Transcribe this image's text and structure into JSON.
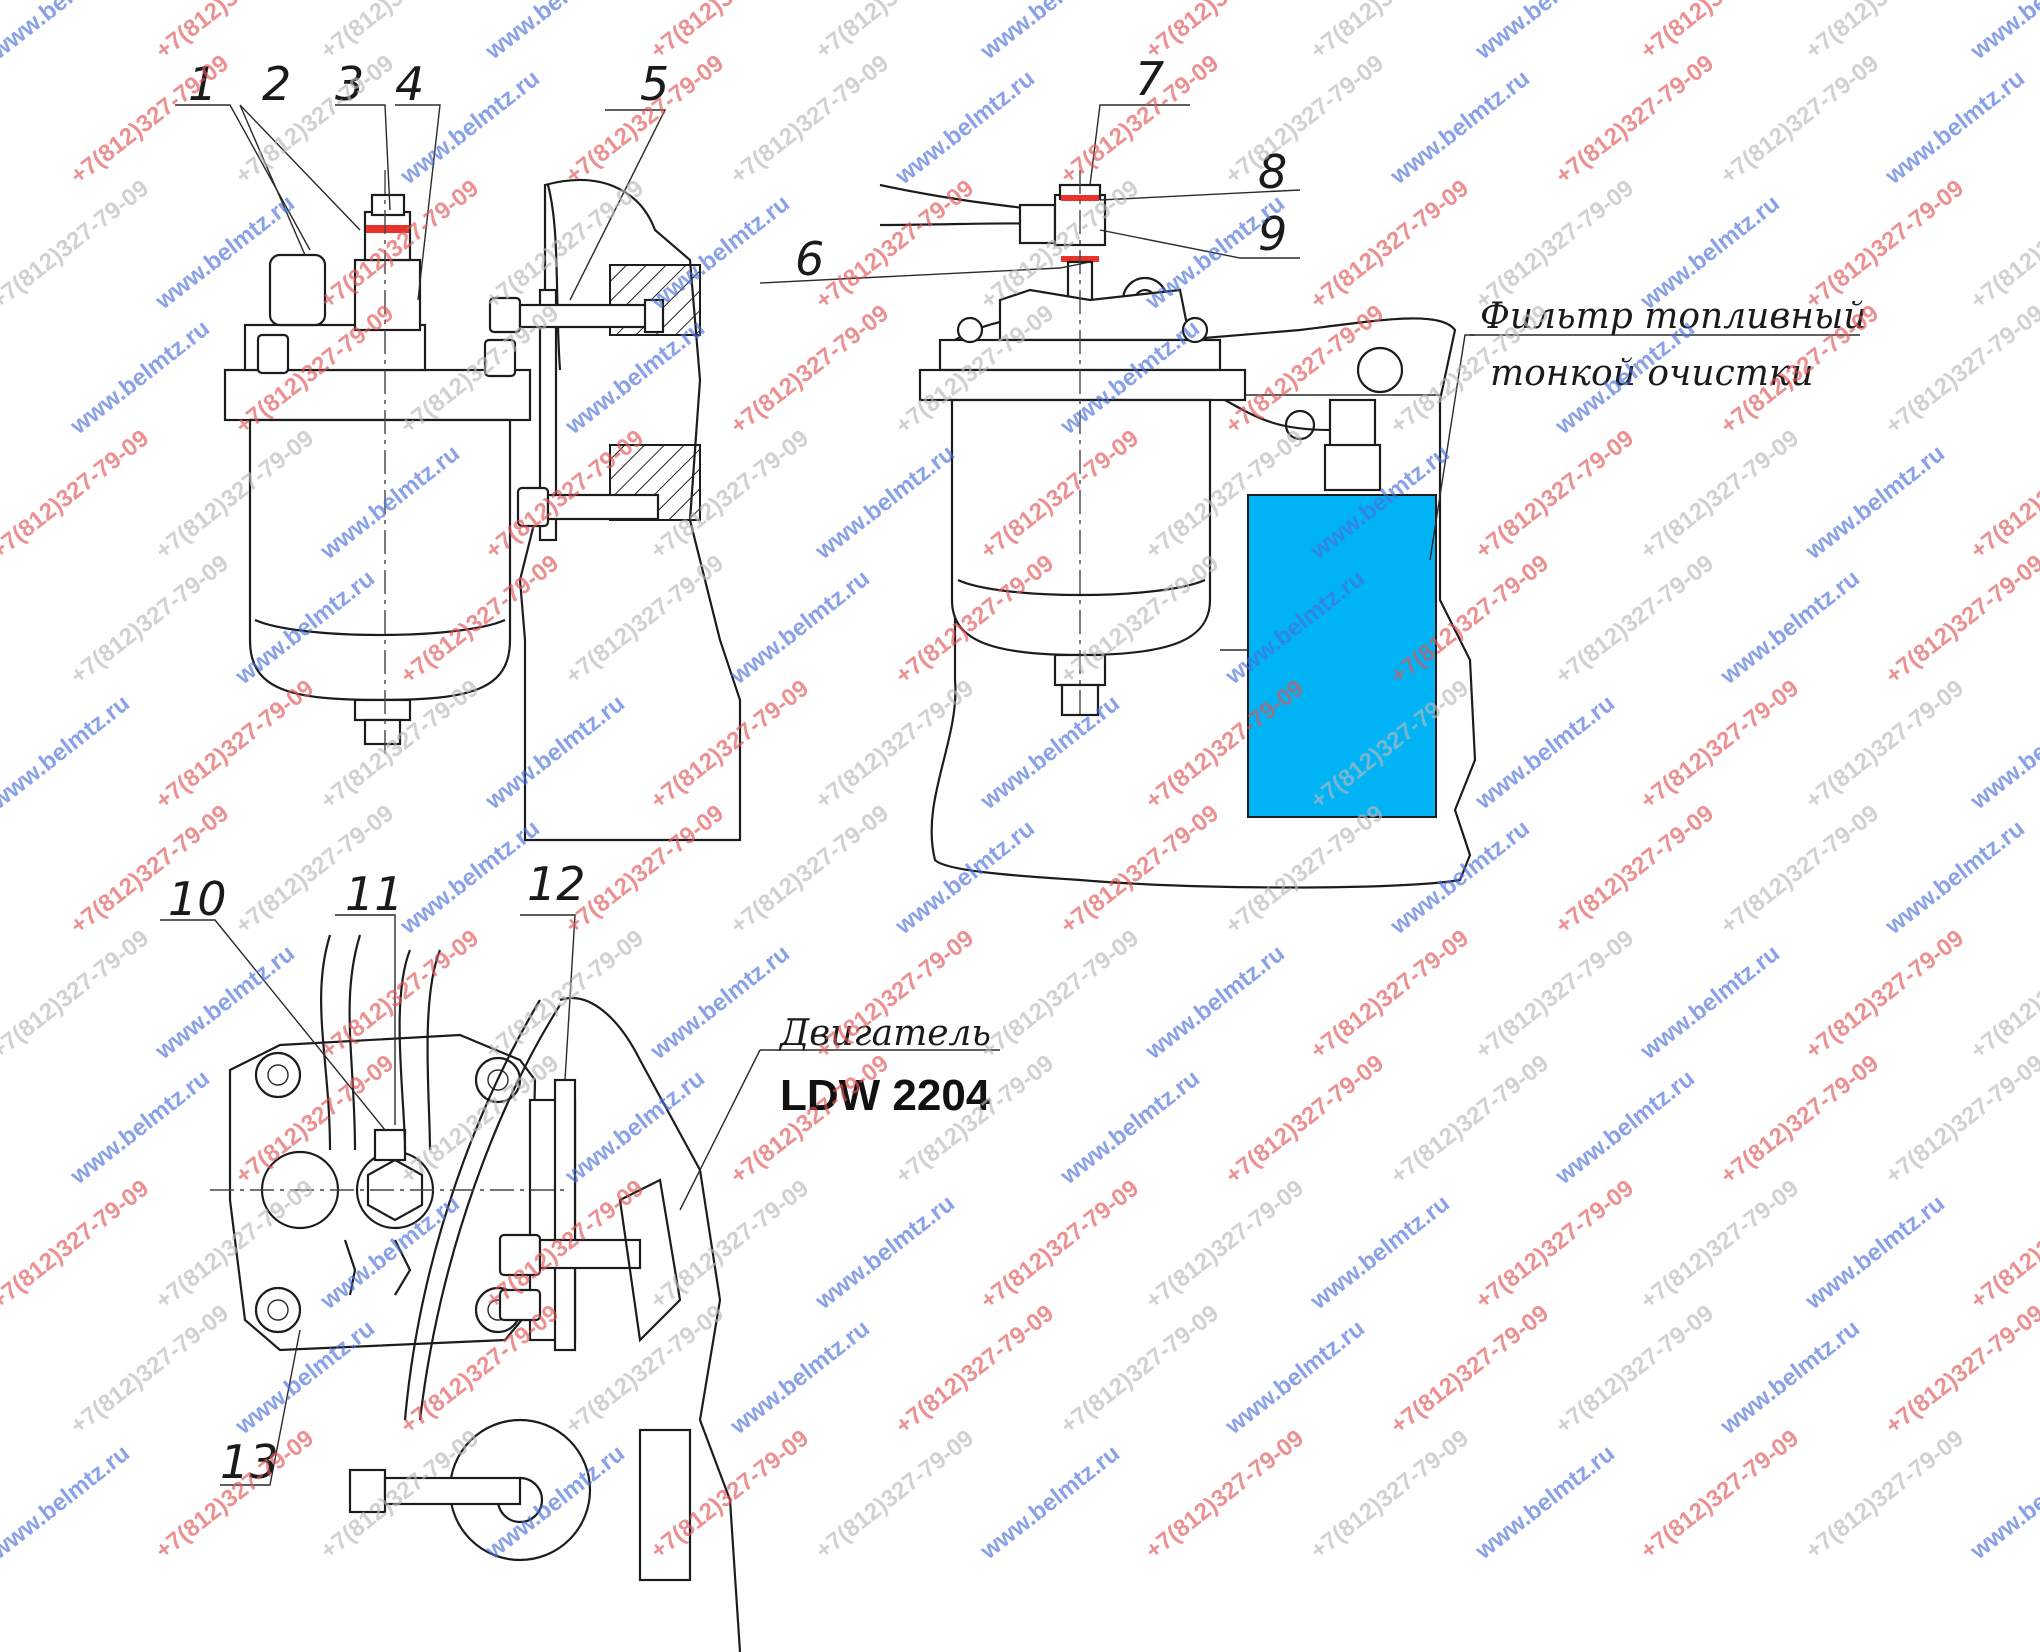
{
  "callouts": [
    "1",
    "2",
    "3",
    "4",
    "5",
    "6",
    "7",
    "8",
    "9",
    "10",
    "11",
    "12",
    "13"
  ],
  "labels": {
    "filter_fine_line1": "Фильтр топливный",
    "filter_fine_line2": "тонкой очистки",
    "engine_line1": "Двигатель",
    "engine_line2": "LDW 2204"
  },
  "watermarks": {
    "site": "www.belmtz.ru",
    "phone": "+7(812)327-79-09"
  },
  "colors": {
    "fine_filter_fill": "#00b3f5",
    "washer_highlight": "#e8322a",
    "watermark_blue": "#4a6fd8",
    "watermark_red": "#e05555",
    "watermark_grey": "#b8b8b8"
  }
}
